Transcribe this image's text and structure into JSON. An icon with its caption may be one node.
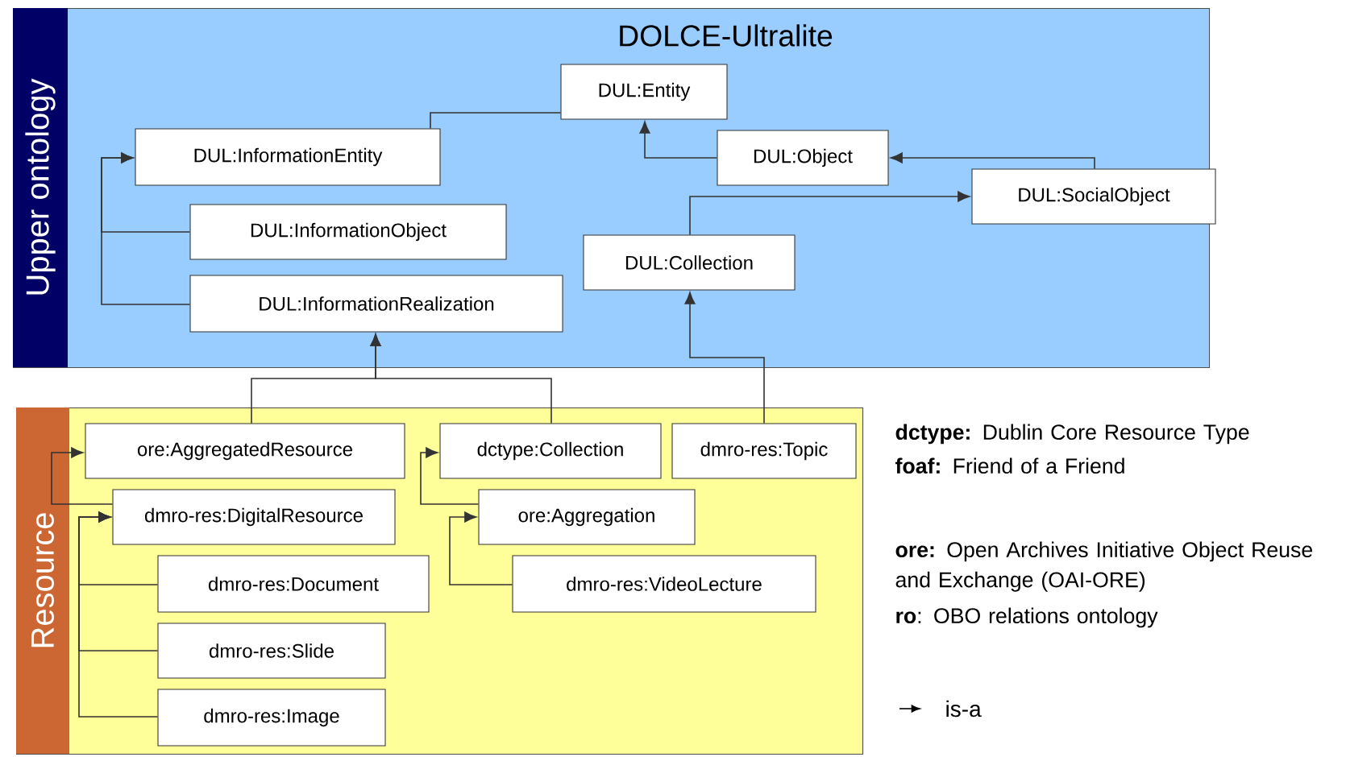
{
  "diagram": {
    "nodes": [
      {
        "text": [
          "Upper ontology",
          "DOLCE-Ultralite"
        ]
      },
      {
        "text": [
          "DUL:Entity"
        ],
        "in": 0
      },
      {
        "text": [
          "DUL:InformationEntity"
        ],
        "in": 0
      },
      {
        "text": [
          "DUL:Object"
        ],
        "in": 0
      },
      {
        "text": [
          "DUL:SocialObject"
        ],
        "in": 0
      },
      {
        "text": [
          "DUL:InformationObject"
        ],
        "in": 0
      },
      {
        "text": [
          "DUL:Collection"
        ],
        "in": 0
      },
      {
        "text": [
          "DUL:InformationRealization"
        ],
        "in": 0
      },
      {
        "text": [
          "Resource"
        ]
      },
      {
        "text": [
          "ore:AggregatedResource"
        ],
        "in": 8
      },
      {
        "text": [
          "dctype:Collection"
        ],
        "in": 8
      },
      {
        "text": [
          "dmro-res:Topic"
        ],
        "in": 8
      },
      {
        "text": [
          "dmro-res:DigitalResource"
        ],
        "in": 8
      },
      {
        "text": [
          "ore:Aggregation"
        ],
        "in": 8
      },
      {
        "text": [
          "dmro-res:Document"
        ],
        "in": 8
      },
      {
        "text": [
          "dmro-res:VideoLecture"
        ],
        "in": 8
      },
      {
        "text": [
          "dmro-res:Slide"
        ],
        "in": 8
      },
      {
        "text": [
          "dmro-res:Image"
        ],
        "in": 8
      }
    ],
    "edges": [
      {
        "from": 2,
        "to": 1,
        "arrow": "none"
      },
      {
        "from": 3,
        "to": 1,
        "arrow": "to"
      },
      {
        "from": 4,
        "to": 3,
        "arrow": "to"
      },
      {
        "from": 6,
        "to": 4,
        "arrow": "to"
      },
      {
        "from": 5,
        "to": 2,
        "arrow": "to"
      },
      {
        "from": 7,
        "to": 2,
        "arrow": "to"
      },
      {
        "from": 9,
        "to": 7,
        "arrow": "to"
      },
      {
        "from": 10,
        "to": 7,
        "arrow": "to"
      },
      {
        "from": 11,
        "to": 6,
        "arrow": "to"
      },
      {
        "from": 12,
        "to": 9,
        "arrow": "to"
      },
      {
        "from": 14,
        "to": 12,
        "arrow": "to"
      },
      {
        "from": 16,
        "to": 12,
        "arrow": "to"
      },
      {
        "from": 17,
        "to": 12,
        "arrow": "to"
      },
      {
        "from": 13,
        "to": 10,
        "arrow": "to"
      },
      {
        "from": 15,
        "to": 13,
        "arrow": "to"
      }
    ],
    "labels": [
      "**dctype:** Dublin Core Resource Type",
      "**foaf:** Friend of a Friend",
      "**ore:** Open Archives Initiative Object Reuse and Exchange (OAI-ORE)",
      "**ro**: OBO relations ontology"
    ],
    "legend": [
      {
        "text": "is-a"
      }
    ]
  }
}
